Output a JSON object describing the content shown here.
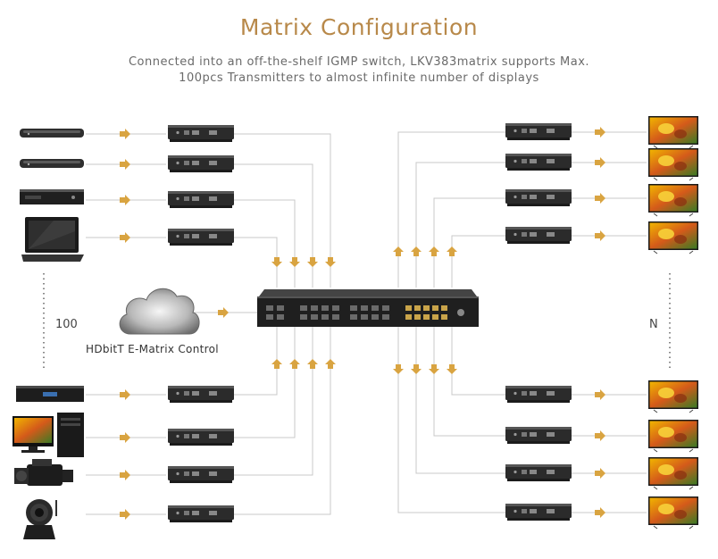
{
  "header": {
    "title": "Matrix Configuration",
    "subtitle_line1": "Connected into an off-the-shelf IGMP switch, LKV383matrix supports Max.",
    "subtitle_line2": "100pcs Transmitters to almost infinite number of displays"
  },
  "labels": {
    "transmitter_count": "100",
    "receiver_count": "N",
    "cloud_label": "HDbitT E-Matrix Control"
  },
  "icons": {
    "sources_top": [
      "media-player-icon",
      "media-player-icon",
      "dvd-player-icon",
      "laptop-icon"
    ],
    "sources_bottom": [
      "set-top-box-icon",
      "desktop-computer-icon",
      "video-camera-icon",
      "ip-camera-icon"
    ],
    "displays": [
      "tv-icon",
      "tv-icon",
      "tv-icon",
      "tv-icon",
      "tv-icon",
      "tv-icon",
      "tv-icon",
      "tv-icon"
    ],
    "control": "cloud-icon",
    "switch": "network-switch-icon"
  },
  "colors": {
    "title": "#b8894a",
    "arrow": "#d9a441",
    "line": "#c8c8c8",
    "device": "#2a2a2a"
  }
}
